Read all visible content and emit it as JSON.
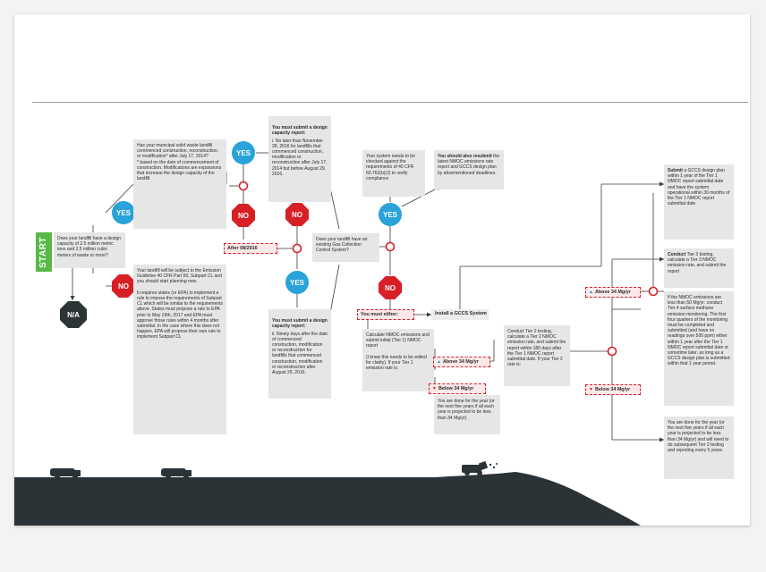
{
  "start": "START",
  "yes": "YES",
  "no": "NO",
  "na": "N/A",
  "q_capacity": "Does your landfill have a design capacity of 2.5 million metric tons and 2.5 million cubic meters of waste or more?",
  "q_commenced": "Has your municipal solid waste landfill commenced construction, reconstruction, or modification* after July 17, 2014?\n* based on the date of commencement of construction. Modifications are expansions that increase the design capacity of the landfill.",
  "subject_cl": "Your landfill will be subject to the Emission Guideline 40 CFR Part 60, Subpart CL and you should start planning now.\n\nIt requires states (or EPA) to implement a rule to impose the requirements of Subpart CL which will be similar to the requirements above. States must propose a rule to EPA prior to May 29th, 2017 and EPA must approve those rules within 4 months after submittal. In the case where this does not happen, EPA will propose their own rule to implement Subpart CL",
  "report_i_title": "You must submit a design capacity report:",
  "report_i_body": "i. No later than November 28, 2016 for landfills that commenced construction, modification or reconstruction after July 17, 2014 but before August 29, 2016.",
  "report_ii_title": "You must submit a design capacity report:",
  "report_ii_body": "ii. Ninety days after the date of commenced construction, modification or reconstruction for landfills that commenced construction, modification or reconstruction after August 29, 2016.",
  "after_date": "After 08/2916",
  "q_gcs": "Does your landfill have an existing Gas Collection Control System?",
  "system_check": "Your system needs to be checked against the requirements of 40 CFR 60.762(b)(2) to verify compliance",
  "resubmit_bold1": "You should also",
  "resubmit_bold2": "resubmit",
  "resubmit_rest": "the latest NMOC emissions rate report and GCCS design plan by aforementioned deadlines.",
  "must_either": "You must either:",
  "install_gccs": "Install a GCCS System",
  "calc_nmoc": "Calculate NMOC emissions and submit initial (Tier 1) NMOC report\n\n(I know this needs to be edited for clarity). If your Tier 1 emission rate is:",
  "above_34_a": "Above 34 Mg/yr",
  "below_34_a": "Below 34 Mg/yr",
  "done_a": "You are done for the year (or the next five years if all each year is projected to be less than 34 Mg/yr).",
  "tier2": "Conduct Tier 2 testing, calculate a Tier 2 NMOC emission rate, and submit the report within 180 days after the Tier 1 NMOC report submittal date. If your Tier 2 rate is:",
  "submit_bold": "Submit",
  "submit_rest": "a GCCS design plan within 1 year of the Tier 1 NMOC report submittal date and have the system operational within 30 months of the Tier 1 NMOC report submittal date",
  "conduct_bold": "Conduct",
  "conduct_rest": "Tier 3 testing, calculate a Tier 3 NMOC emission rate, and submit the report",
  "above_34_b": "Above 34 Mg/yr",
  "below_34_b": "Below 34 Mg/yr",
  "tier4": "If the NMOC emissions are less than 50 Mg/yr: conduct Tier 4 surface methane emission monitoring. The first four quarters of the monitoring must be completed and submitted (and have no readings over 500 ppm) either within 1 year after the Tier 1 NMOC report submittal date or sometime later, as long as a GCCS design plan is submitted within that 1 year period.",
  "done_b": "You are done for the year (or the next five years if all each year is projected to be less than 34 Mg/yr) and will need to do subsequent Tier 2 testing and reporting every 5 years.",
  "colors": {
    "yes": "#29a3d9",
    "no": "#d71f26",
    "start": "#58b947",
    "na": "#2d3436",
    "ground": "#2c3336"
  }
}
